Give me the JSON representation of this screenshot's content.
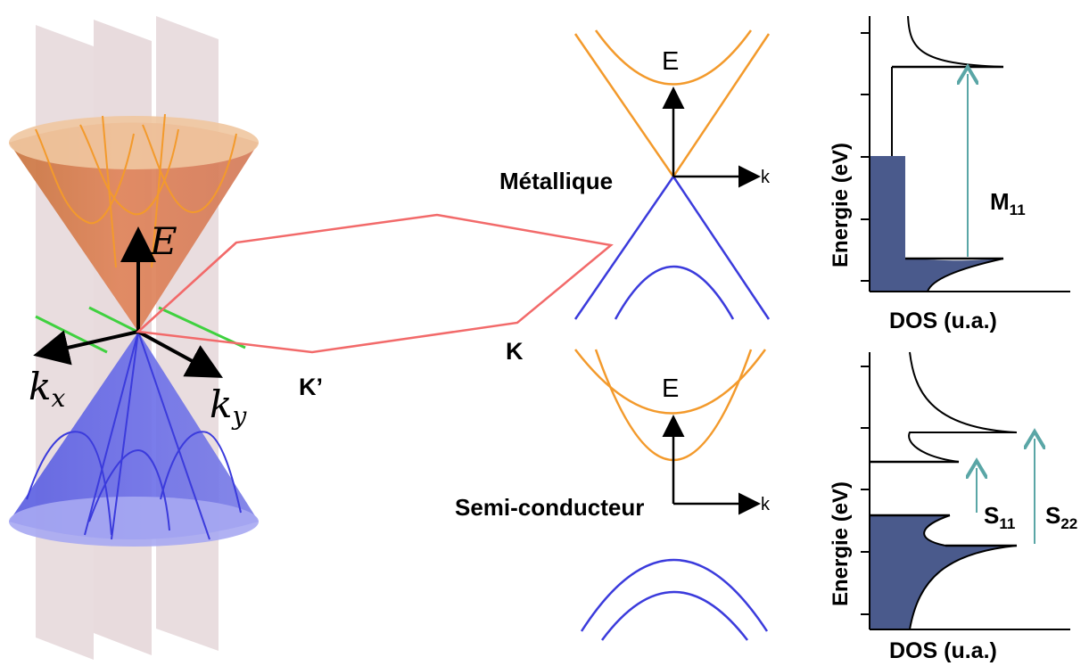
{
  "cone": {
    "energy_axis": "E",
    "kx_axis": "k",
    "kx_sub": "x",
    "ky_axis": "k",
    "ky_sub": "y"
  },
  "brillouin_zone": {
    "k_prime_point": "K’",
    "k_point": "K"
  },
  "metallic_panel": {
    "energy_axis": "E",
    "k_axis": "k",
    "label": "Métallique"
  },
  "semiconductor_panel": {
    "energy_axis": "E",
    "k_axis": "k",
    "label": "Semi-conducteur"
  },
  "dos_metallic": {
    "ylabel": "Energie (eV)",
    "xlabel": "DOS (u.a.)",
    "transition_main": "M",
    "transition_sub": "11"
  },
  "dos_semiconductor": {
    "ylabel": "Energie (eV)",
    "xlabel": "DOS (u.a.)",
    "transition1_main": "S",
    "transition1_sub": "11",
    "transition2_main": "S",
    "transition2_sub": "22"
  },
  "colors": {
    "conduction": "#f39a2c",
    "valence": "#3b3bdc",
    "brillouin_zone": "#f26a6a",
    "cut_lines": "#3fd13f",
    "arrow": "#5aa6a6",
    "filled_dos": "#4a5a8c",
    "plane": "#d8c2c6"
  }
}
